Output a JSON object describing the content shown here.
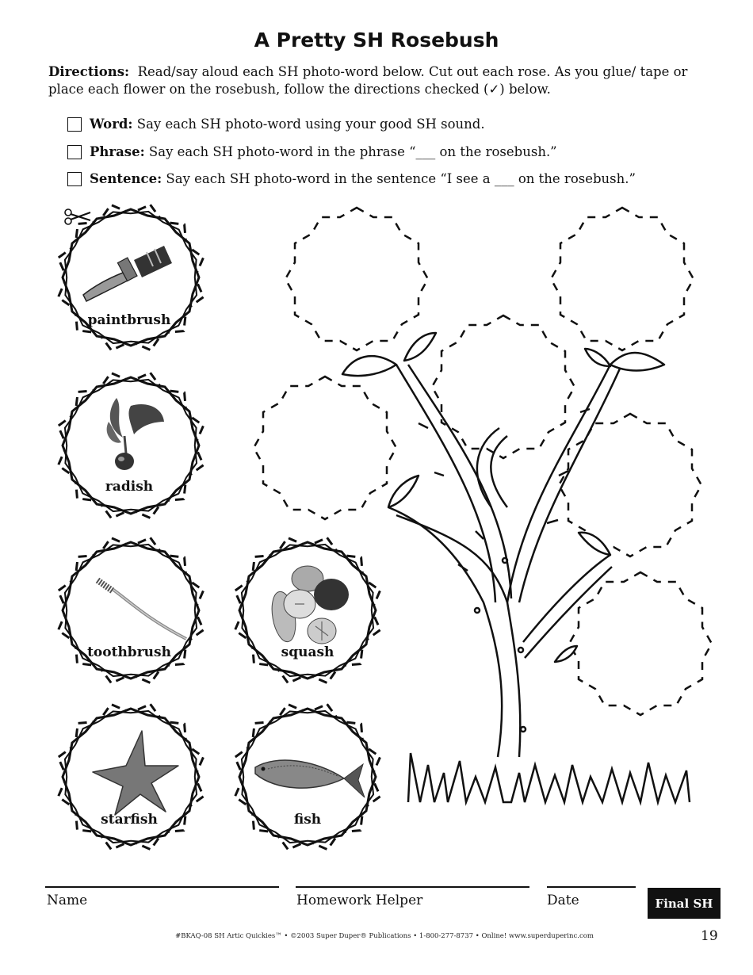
{
  "title": "A Pretty SH Rosebush",
  "directions": {
    "label": "Directions:",
    "text": "Read/say aloud each SH photo-word below.  Cut out each rose.  As you glue/ tape or place each flower on the rosebush, follow the directions checked (✓) below."
  },
  "options": [
    {
      "label": "Word:",
      "text": "Say each SH photo-word using your good SH sound."
    },
    {
      "label": "Phrase:",
      "text": "Say each SH photo-word in the phrase “___ on the rosebush.”"
    },
    {
      "label": "Sentence:",
      "text": "Say each SH photo-word in the sentence “I see a ___ on the rosebush.”"
    }
  ],
  "roses": [
    {
      "word": "paintbrush",
      "icon": "paintbrush-picture"
    },
    {
      "word": "radish",
      "icon": "radish-picture"
    },
    {
      "word": "toothbrush",
      "icon": "toothbrush-picture"
    },
    {
      "word": "squash",
      "icon": "squash-picture"
    },
    {
      "word": "starfish",
      "icon": "starfish-picture"
    },
    {
      "word": "fish",
      "icon": "fish-picture"
    }
  ],
  "fields": {
    "name": "Name",
    "helper": "Homework Helper",
    "date": "Date"
  },
  "badge": "Final SH",
  "footer": "#BKAQ-08 SH Artic Quickies™  •  ©2003 Super Duper® Publications  •  1-800-277-8737  •   Online! www.superduperinc.com",
  "page_number": "19"
}
